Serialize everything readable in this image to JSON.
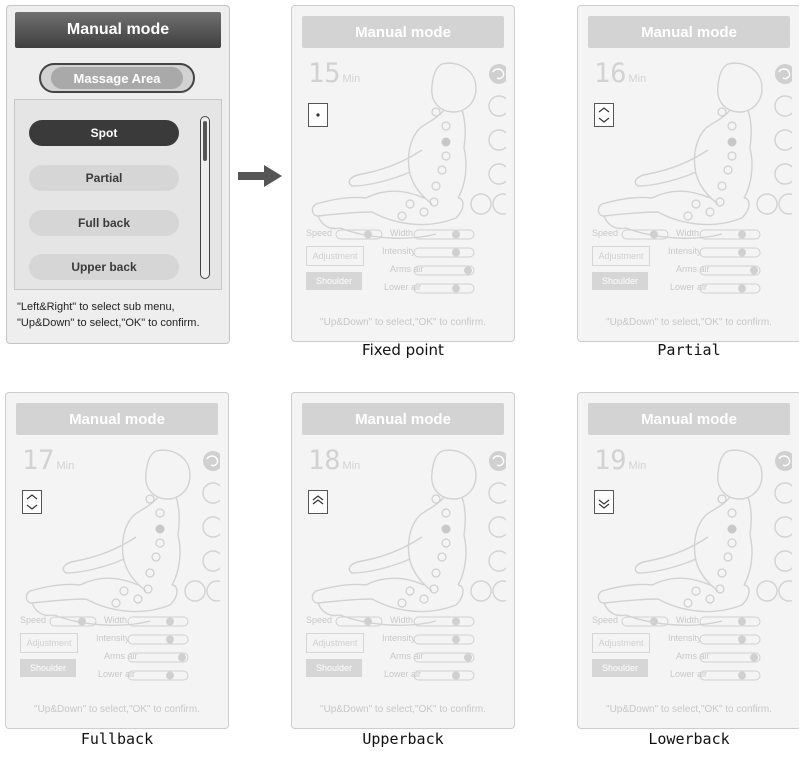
{
  "menu": {
    "title": "Manual mode",
    "area_tab": "Massage Area",
    "items": [
      "Spot",
      "Partial",
      "Full back",
      "Upper back"
    ],
    "help_line1": "\"Left&Right\" to select sub menu,",
    "help_line2": "\"Up&Down\" to select,\"OK\" to confirm."
  },
  "screen_labels": {
    "title": "Manual mode",
    "min_unit": "Min",
    "speed": "Speed",
    "width": "Width",
    "adjustment": "Adjustment",
    "intensity": "Intensity",
    "arms_air": "Arms air",
    "shoulder": "Shoulder",
    "lower_air": "Lower air",
    "help": "\"Up&Down\" to select,\"OK\" to confirm."
  },
  "screens": [
    {
      "minutes": "15",
      "caption": "Fixed point",
      "icon": "dot-icon"
    },
    {
      "minutes": "16",
      "caption": "Partial",
      "icon": "up-down-icon"
    },
    {
      "minutes": "17",
      "caption": "Fullback",
      "icon": "up-down-icon"
    },
    {
      "minutes": "18",
      "caption": "Upperback",
      "icon": "double-up-icon"
    },
    {
      "minutes": "19",
      "caption": "Lowerback",
      "icon": "double-down-icon"
    }
  ],
  "colors": {
    "dark": "#3a3a3a",
    "faded": "#d3d3d3"
  }
}
